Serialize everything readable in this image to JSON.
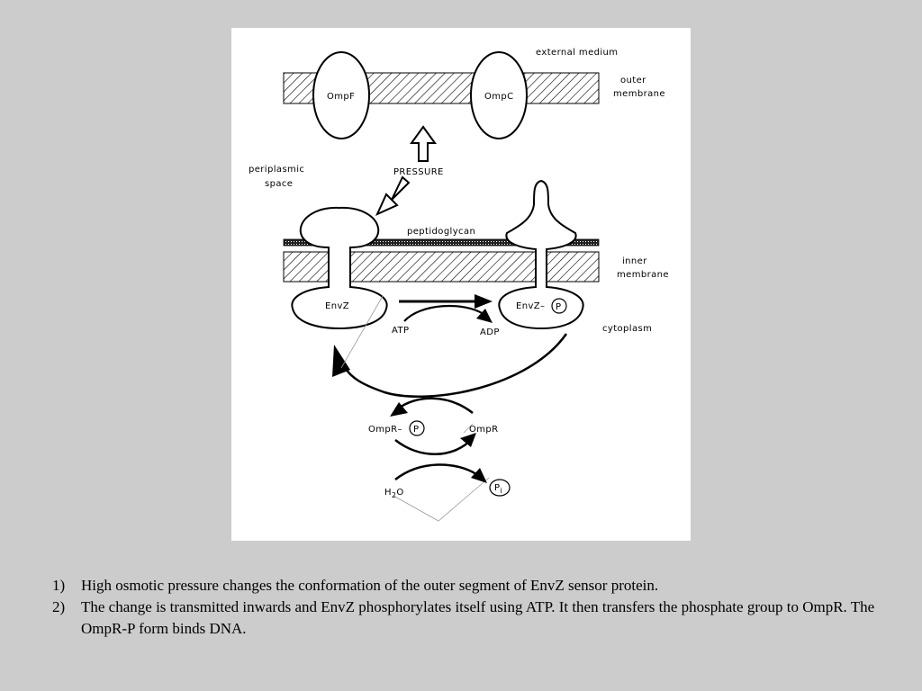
{
  "diagram": {
    "labels": {
      "external_medium": "external medium",
      "outer_membrane_1": "outer",
      "outer_membrane_2": "membrane",
      "ompf": "OmpF",
      "ompc": "OmpC",
      "periplasmic_1": "periplasmic",
      "periplasmic_2": "space",
      "pressure": "PRESSURE",
      "peptidoglycan": "peptidoglycan",
      "inner_membrane_1": "inner",
      "inner_membrane_2": "membrane",
      "envz": "EnvZ",
      "envz_p": "EnvZ–",
      "atp": "ATP",
      "adp": "ADP",
      "cytoplasm": "cytoplasm",
      "ompr_p": "OmpR–",
      "ompr": "OmpR",
      "h2o_h": "H",
      "h2o_2": "2",
      "h2o_o": "O",
      "p": "P",
      "pi_p": "P",
      "pi_i": "i"
    }
  },
  "notes": [
    {
      "num": "1)",
      "text": "High osmotic pressure changes the conformation of the outer segment of EnvZ sensor protein."
    },
    {
      "num": "2)",
      "text": "The change is transmitted inwards and EnvZ phosphorylates itself using ATP. It then transfers the phosphate group to OmpR. The OmpR-P form binds DNA."
    }
  ]
}
